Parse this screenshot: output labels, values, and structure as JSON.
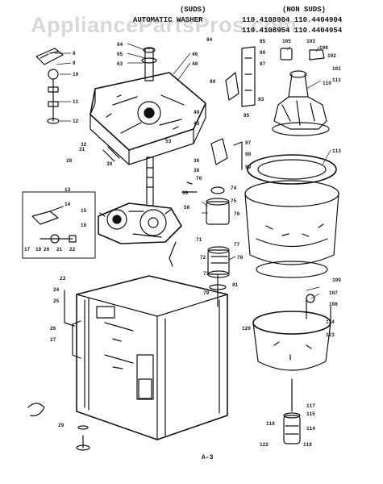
{
  "watermark": "AppliancePartsPros.com",
  "header": {
    "suds": "(SUDS)",
    "non_suds": "(NON SUDS)",
    "title": "AUTOMATIC WASHER",
    "models_line1": "110.4108904  110.4404904",
    "models_line2": "110.4108954  110.4404954"
  },
  "page_number": "A-3",
  "part_labels": {
    "p64": "64",
    "p65": "65",
    "p8": "8",
    "p9": "9",
    "p10": "10",
    "p11": "11",
    "p12": "12",
    "p13": "13",
    "p14": "14",
    "p15": "15",
    "p16": "16",
    "p17": "17",
    "p19": "19",
    "p20": "20",
    "p21": "21",
    "p22": "22",
    "p23": "23",
    "p24": "24",
    "p25": "25",
    "p26": "26",
    "p27": "27",
    "p28": "28",
    "p29": "29",
    "p30": "30",
    "p31": "31",
    "p32": "32",
    "p36": "36",
    "p38": "38",
    "p43": "43",
    "p46": "46",
    "p48": "48",
    "p49": "49",
    "p53": "53",
    "p58": "58",
    "p63": "63",
    "p69": "69",
    "p70": "70",
    "p71": "71",
    "p72": "72",
    "p73": "73",
    "p74": "74",
    "p75": "75",
    "p76": "76",
    "p77": "77",
    "p78": "78",
    "p79": "79",
    "p81": "81",
    "p84": "84",
    "p85": "85",
    "p86": "86",
    "p87": "87",
    "p90": "90",
    "p93": "93",
    "p95": "95",
    "p97": "97",
    "p98": "98",
    "p99": "99",
    "p100": "100",
    "p101": "101",
    "p102": "102",
    "p103": "103",
    "p105": "105",
    "p107": "107",
    "p108": "108",
    "p109": "109",
    "p110": "110",
    "p111": "111",
    "p113": "113",
    "p114": "114",
    "p115": "115",
    "p116": "116",
    "p117": "117",
    "p118": "118",
    "p120": "120",
    "p122": "122",
    "p123": "123",
    "p124": "124"
  }
}
